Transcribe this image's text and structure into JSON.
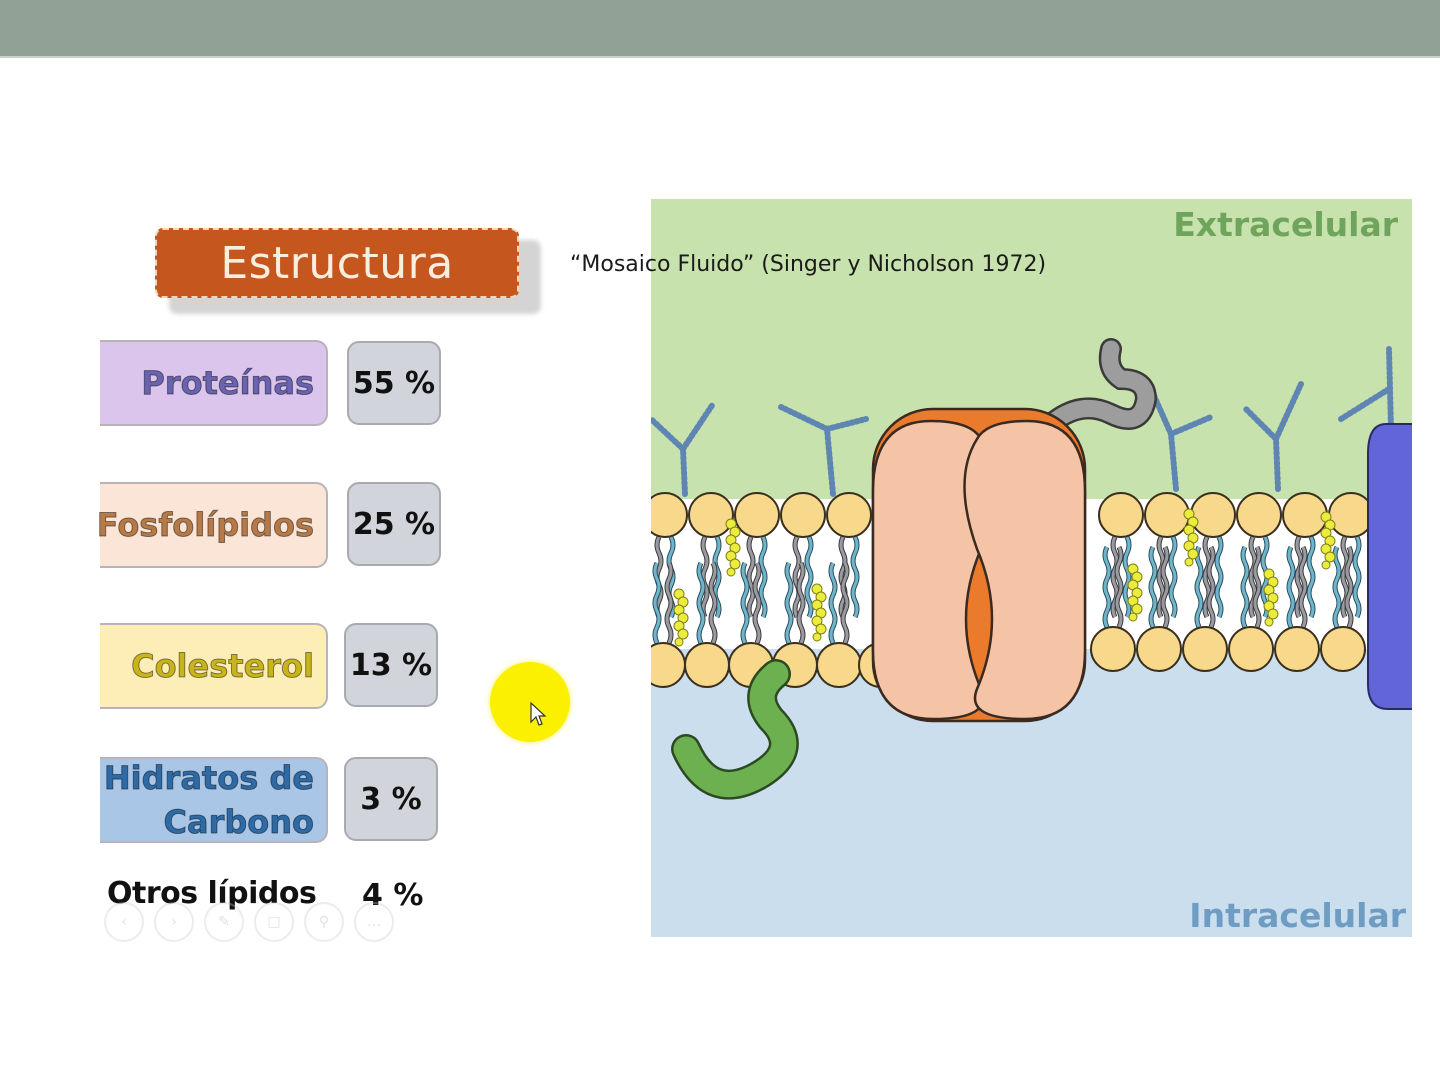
{
  "slide": {
    "header_bar_color": "#92a196",
    "title": "Estructura",
    "subtitle": "“Mosaico Fluido” (Singer y Nicholson 1972)",
    "composition": [
      {
        "label": "Proteínas",
        "percent": "55 %",
        "bg": "#dcc5ec",
        "color": "#6a63b0"
      },
      {
        "label": "Fosfolípidos",
        "percent": "25 %",
        "bg": "#fbe5d6",
        "color": "#b57a48"
      },
      {
        "label": "Colesterol",
        "percent": "13 %",
        "bg": "#fdeeb8",
        "color": "#c9b41e"
      },
      {
        "label": "Hidratos de Carbono",
        "label_line1": "Hidratos de",
        "label_line2": "Carbono",
        "percent": "3 %",
        "bg": "#a9c6e6",
        "color": "#2e6aa6"
      }
    ],
    "other": {
      "label": "Otros lípidos",
      "percent": "4 %"
    }
  },
  "diagram": {
    "extracellular_label": "Extracelular",
    "intracellular_label": "Intracelular",
    "colors": {
      "extracellular": "#c8e2ad",
      "intracellular": "#cadeee",
      "phospholipid_head": "#f8d98b",
      "channel_protein_outer": "#f5c3a6",
      "channel_protein_core": "#ea7a2c",
      "peripheral_protein": "#6db04f",
      "integral_protein": "#6265d8",
      "glycoprotein_tail": "#9d9d9d",
      "carbohydrate_chain": "#5f86b2",
      "cholesterol": "#ecec3a"
    }
  },
  "slideshow_controls": [
    "previous",
    "next",
    "pen",
    "slides",
    "zoom",
    "more"
  ],
  "pointer": {
    "highlight_color": "#fbf000"
  }
}
